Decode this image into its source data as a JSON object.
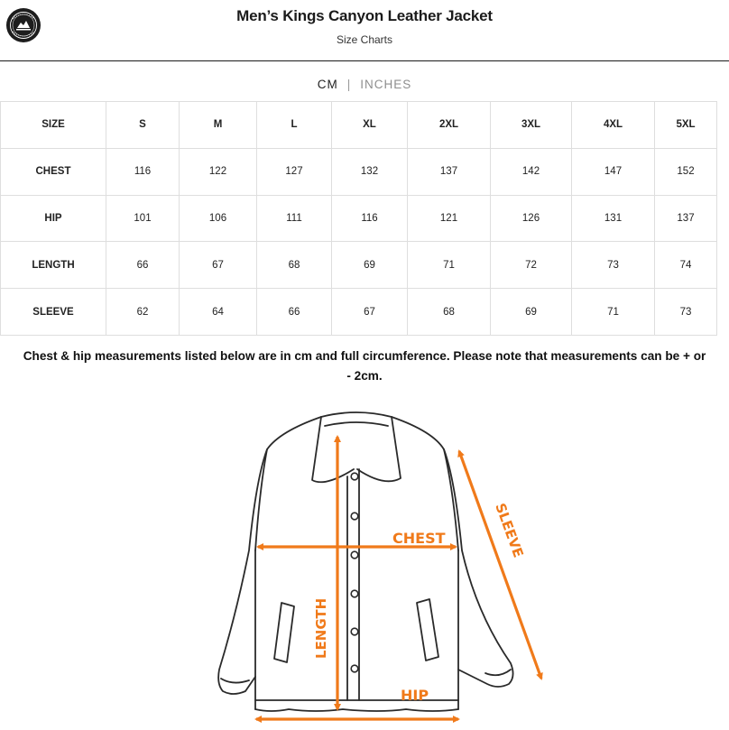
{
  "header": {
    "title": "Men’s Kings Canyon Leather Jacket",
    "subtitle": "Size Charts"
  },
  "units": {
    "options": [
      "CM",
      "INCHES"
    ],
    "selected": "CM",
    "separator": "|"
  },
  "size_table": {
    "columns": [
      "SIZE",
      "S",
      "M",
      "L",
      "XL",
      "2XL",
      "3XL",
      "4XL",
      "5XL"
    ],
    "rows": [
      {
        "label": "CHEST",
        "values": [
          "116",
          "122",
          "127",
          "132",
          "137",
          "142",
          "147",
          "152"
        ]
      },
      {
        "label": "HIP",
        "values": [
          "101",
          "106",
          "111",
          "116",
          "121",
          "126",
          "131",
          "137"
        ]
      },
      {
        "label": "LENGTH",
        "values": [
          "66",
          "67",
          "68",
          "69",
          "71",
          "72",
          "73",
          "74"
        ]
      },
      {
        "label": "SLEEVE",
        "values": [
          "62",
          "64",
          "66",
          "67",
          "68",
          "69",
          "71",
          "73"
        ]
      }
    ]
  },
  "note": {
    "line1": "Chest & hip measurements listed below are in cm and full circumference. Please note that measurements can be + or",
    "line2": "- 2cm."
  },
  "diagram": {
    "labels": {
      "chest": "CHEST",
      "length": "LENGTH",
      "hip": "HIP",
      "sleeve": "SLEEVE"
    },
    "colors": {
      "measure": "#f07a1a",
      "outline": "#2a2a2a"
    }
  }
}
